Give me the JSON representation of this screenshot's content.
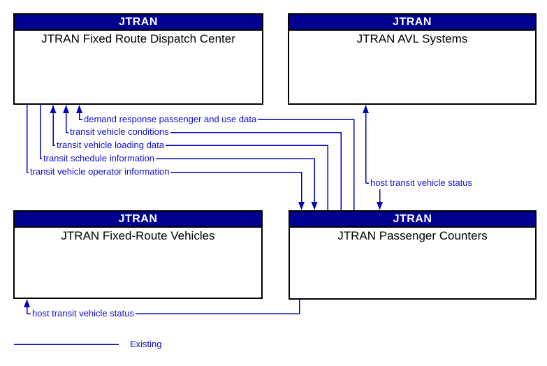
{
  "boxes": [
    {
      "id": "dispatch",
      "header": "JTRAN",
      "title": "JTRAN Fixed Route Dispatch Center"
    },
    {
      "id": "avl",
      "header": "JTRAN",
      "title": "JTRAN AVL Systems"
    },
    {
      "id": "vehicles",
      "header": "JTRAN",
      "title": "JTRAN Fixed-Route Vehicles"
    },
    {
      "id": "counters",
      "header": "JTRAN",
      "title": "JTRAN Passenger Counters"
    }
  ],
  "flows": [
    {
      "label": "demand response passenger and use data",
      "from": "JTRAN Passenger Counters",
      "to": "JTRAN Fixed Route Dispatch Center",
      "status": "existing"
    },
    {
      "label": "transit vehicle conditions",
      "from": "JTRAN Passenger Counters",
      "to": "JTRAN Fixed Route Dispatch Center",
      "status": "existing"
    },
    {
      "label": "transit vehicle loading data",
      "from": "JTRAN Passenger Counters",
      "to": "JTRAN Fixed Route Dispatch Center",
      "status": "existing"
    },
    {
      "label": "transit schedule information",
      "from": "JTRAN Fixed Route Dispatch Center",
      "to": "JTRAN Passenger Counters",
      "status": "existing"
    },
    {
      "label": "transit vehicle operator information",
      "from": "JTRAN Fixed Route Dispatch Center",
      "to": "JTRAN Passenger Counters",
      "status": "existing"
    },
    {
      "label": "host transit vehicle status",
      "from": "JTRAN Passenger Counters",
      "to": "JTRAN AVL Systems",
      "bidirectional": true,
      "status": "existing"
    },
    {
      "label": "host transit vehicle status",
      "from": "JTRAN Passenger Counters",
      "to": "JTRAN Fixed-Route Vehicles",
      "status": "existing"
    }
  ],
  "legend": {
    "line_label": "Existing"
  },
  "colors": {
    "header_bg": "#000090",
    "header_text": "#FFFFFF",
    "box_border": "#000000",
    "flow_line": "#0000C0",
    "flow_text": "#0D0DCC"
  }
}
